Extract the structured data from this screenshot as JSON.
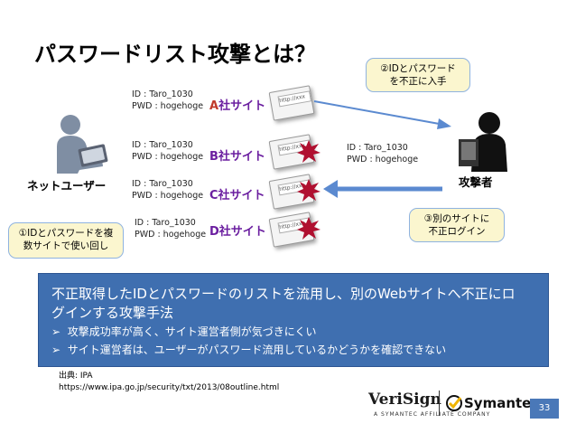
{
  "title": "パスワードリスト攻撃とは？",
  "credentials": [
    {
      "id": "ID : Taro_1030",
      "pwd": "PWD : hogehoge"
    },
    {
      "id": "ID : Taro_1030",
      "pwd": "PWD : hogehoge"
    },
    {
      "id": "ID : Taro_1030",
      "pwd": "PWD : hogehoge"
    },
    {
      "id": "ID : Taro_1030",
      "pwd": "PWD : hogehoge"
    }
  ],
  "sites": [
    {
      "letter": "A",
      "suffix": "社サイト"
    },
    {
      "letter": "B",
      "suffix": "社サイト"
    },
    {
      "letter": "C",
      "suffix": "社サイト"
    },
    {
      "letter": "D",
      "suffix": "社サイト"
    }
  ],
  "browser_url": "http://xxx",
  "attacker_credential": {
    "id": "ID : Taro_1030",
    "pwd": "PWD : hogehoge"
  },
  "net_user_label": "ネットユーザー",
  "attacker_label": "攻撃者",
  "callouts": {
    "step1": {
      "line1": "①IDとパスワードを複",
      "line2": "数サイトで使い回し"
    },
    "step2": {
      "line1": "②IDとパスワード",
      "line2": "を不正に入手"
    },
    "step3": {
      "line1": "③別のサイトに",
      "line2": "不正ログイン"
    }
  },
  "summary": {
    "lead_line1": "不正取得したIDとパスワードのリストを流用し、別のWebサイトへ不正にロ",
    "lead_line2": "グインする攻撃手法",
    "bullets": [
      "攻撃成功率が高く、サイト運営者側が気づきにくい",
      "サイト運営者は、ユーザーがパスワード流用しているかどうかを確認できない"
    ]
  },
  "source": {
    "label": "出典: IPA",
    "url": "https://www.ipa.go.jp/security/txt/2013/08outline.html"
  },
  "logos": {
    "verisign": "VeriSign",
    "verisign_sub": "A SYMANTEC AFFILIATE COMPANY",
    "symantec": "Symantec."
  },
  "page_number": "33",
  "colors": {
    "site_text": "#6b1fa0",
    "summary_bg": "#3f6fb0",
    "arrow": "#5b8ad0",
    "callout_bg": "#fbf6cf",
    "burst": "#b01030"
  }
}
